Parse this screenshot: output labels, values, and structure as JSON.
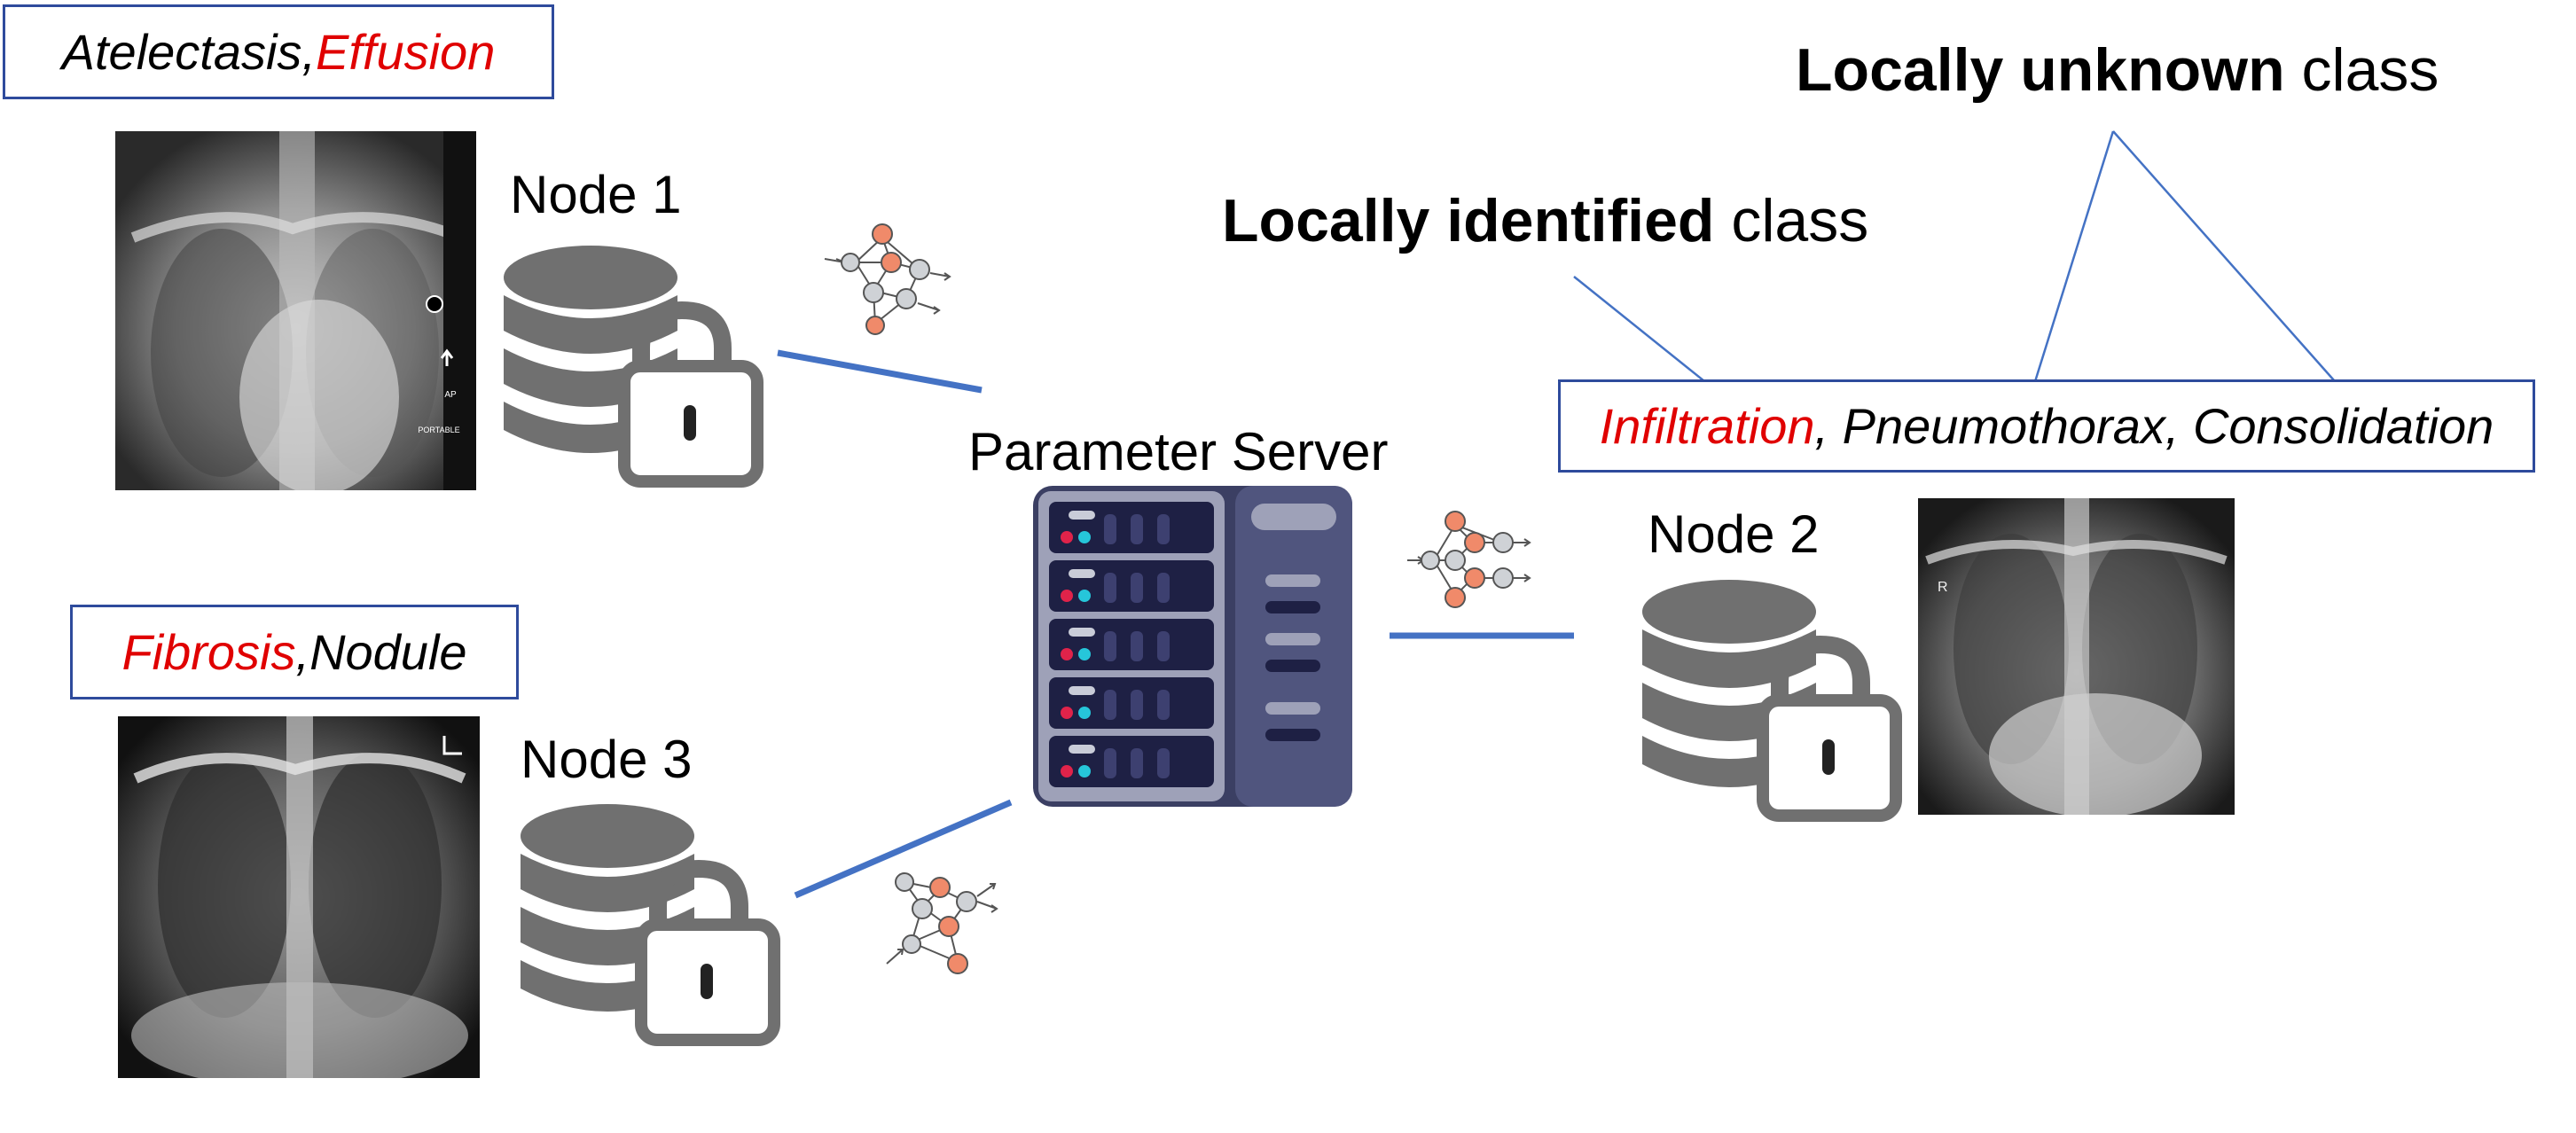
{
  "nodes": {
    "node1": {
      "title": "Node 1",
      "classes": [
        {
          "text": "Atelectasis",
          "color": "#000000"
        },
        {
          "text": ", ",
          "color": "#000000"
        },
        {
          "text": "Effusion",
          "color": "#e00000"
        }
      ]
    },
    "node2": {
      "title": "Node 2",
      "classes": [
        {
          "text": "Infiltration",
          "color": "#e00000"
        },
        {
          "text": ", Pneumothorax, Consolidation",
          "color": "#000000"
        }
      ]
    },
    "node3": {
      "title": "Node 3",
      "classes": [
        {
          "text": "Fibrosis",
          "color": "#e00000"
        },
        {
          "text": ", ",
          "color": "#000000"
        },
        {
          "text": "Nodule",
          "color": "#000000"
        }
      ]
    }
  },
  "server": {
    "title": "Parameter Server"
  },
  "annotations": {
    "identified": {
      "bold": "Locally identified",
      "rest": " class"
    },
    "unknown": {
      "bold": "Locally unknown",
      "rest": " class"
    }
  },
  "xray_marks": {
    "m1": "AP",
    "m2": "PORTABLE",
    "m3": "R"
  },
  "colors": {
    "link_line": "#4472c4",
    "arrow": "#4472c4",
    "box_border": "#2e4b9c",
    "highlight_text": "#e00000",
    "database_gray": "#707070",
    "server_dark": "#3b3f63",
    "nn_node_orange": "#f08a6a",
    "nn_node_gray": "#cfd2d6"
  },
  "icons": {
    "database": "database-lock-icon",
    "server": "server-rack-icon",
    "model": "neural-network-icon"
  }
}
